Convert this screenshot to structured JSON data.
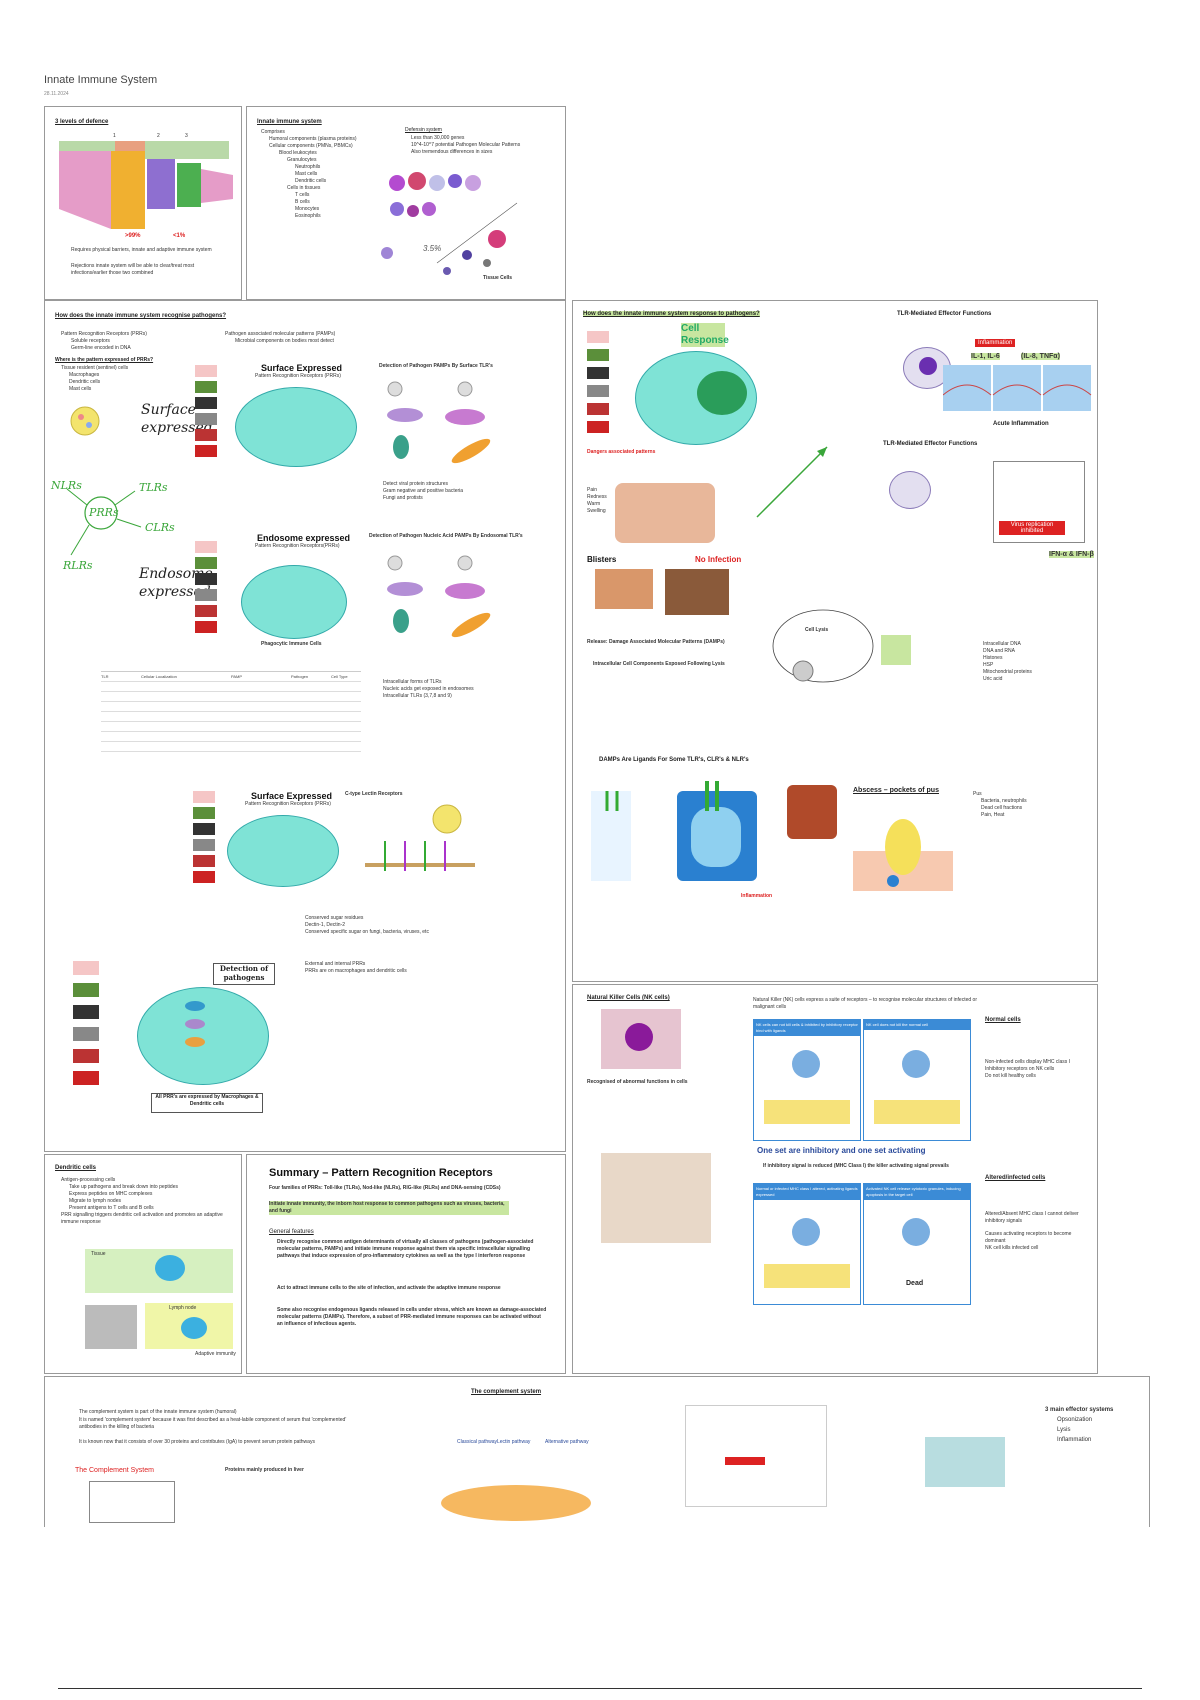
{
  "page": {
    "title": "Innate Immune System",
    "date": "28.11.2024"
  },
  "panel_defence": {
    "heading": "3 levels of defence",
    "notes": [
      "Requires physical barriers, innate and adaptive immune system",
      "Rejections innate system will be able to clear/treat most infections/earlier those two combined"
    ],
    "pct_left": ">99%",
    "pct_right": "<1%"
  },
  "panel_innate": {
    "heading": "Innate immune system",
    "components": [
      "Comprises",
      "Humoral components (plasma proteins)",
      "Cellular components (PMNs, PBMCs)",
      "Blood leukocytes",
      "Granulocytes",
      "Neutrophils",
      "Mast cells",
      "Dendritic cells",
      "Cells in tissues",
      "T cells",
      "B cells",
      "Monocytes",
      "Eosinophils"
    ],
    "defensin_heading": "Defensin system",
    "defensin_items": [
      "Less than 30,000 genes",
      "10^4-10^7 potential Pathogen Molecular Patterns",
      "Also tremendous differences in sizes"
    ],
    "tissue_label": "Tissue Cells"
  },
  "panel_prr": {
    "heading": "How does the innate immune system recognise pathogens?",
    "left_items": [
      "Pattern Recognition Receptors (PRRs)",
      "Soluble receptors",
      "Germ-line encoded in DNA"
    ],
    "right_items": [
      "Pathogen associated molecular patterns (PAMPs)",
      "Microbial components on bodies most detect"
    ],
    "where_heading": "Where is the pattern expressed of PRRs?",
    "where_items": [
      "Tissue resident (sentinel) cells",
      "Macrophages",
      "Dendritic cells",
      "Mast cells"
    ],
    "surface_expressed": "Surface Expressed",
    "surface_sub": "Pattern Recognition Receptors (PRRs)",
    "detection_heading": "Detection of Pathogen PAMPs By Surface TLR's",
    "endosome_expressed": "Endosome expressed",
    "endosome_sub": "Pattern Recognition Receptors(PRRs)",
    "endosome_detection": "Detection of Pathogen Nucleic Acid PAMPs By Endosomal TLR's",
    "phagocytic_label": "Phagocytic Immune Cells",
    "hand_surface": "Surface expressed",
    "hand_endosome": "Endosome expressed",
    "hand_prrs": "PRRs",
    "hand_nlrs": "NLRs",
    "hand_tlrs": "TLRs",
    "hand_clrs": "CLRs",
    "hand_rlrs": "RLRs",
    "bullets_surface": [
      "Detect viral protein structures",
      "Gram negative and positive bacteria",
      "Fungi and protists"
    ],
    "bullets_endo": [
      "Intracellular forms of TLRs",
      "Nucleic acids get exposed in endosomes",
      "Intracellular TLRs (3,7,8 and 9)"
    ],
    "table_headers": [
      "TLR",
      "Cellular Localization",
      "PAMP",
      "Pathogen",
      "Cell Type"
    ],
    "clr_heading": "C-type Lectin Receptors",
    "clr_items": [
      "Conserved sugar residues",
      "Dectin-1, Dectin-2",
      "Conserved specific sugar on fungi, bacteria, viruses, etc"
    ],
    "detection_pathogens": "Detection of pathogens",
    "all_prrs": "All PRR's are expressed by Macrophages & Dendritic cells",
    "external_items": [
      "External and internal PRRs",
      "PRRs are on macrophages and dendritic cells"
    ]
  },
  "panel_response": {
    "heading": "How does the innate immune system response to pathogens?",
    "cell_response": "Cell Response",
    "tlr_effector": "TLR-Mediated Effector Functions",
    "inflammation": "Inflammation",
    "cytokines": "IL-1, IL-6",
    "tnf": "(IL-8, TNFα)",
    "acute_inflammation": "Acute Inflammation",
    "tlr_effector2": "TLR-Mediated Effector Functions",
    "virus_inhibited": "Virus replication inhibited",
    "ifn": "IFN-α & IFN-β",
    "dangers": "Dangers associated patterns",
    "blisters": "Blisters",
    "no_infection": "No Infection",
    "cell_lysis": "Cell Lysis",
    "damps": "DAMPs Are Ligands For Some TLR's, CLR's & NLR's",
    "abscess": "Abscess – pockets of pus",
    "inflammation_label": "Inflammation",
    "release": "Release: Damage Associated Molecular Patterns (DAMPs)",
    "intracellular": "Intracellular Cell Components Exposed Following Lysis",
    "signs": [
      "Pain",
      "Redness",
      "Warm",
      "Swelling"
    ],
    "damps_list": [
      "Intracellular DNA",
      "DNA and RNA",
      "Histones",
      "HSP",
      "Mitochondrial proteins",
      "Uric acid"
    ],
    "abscess_items": [
      "Pus",
      "Bacteria, neutrophils",
      "Dead cell fractions",
      "Pain, Heat"
    ]
  },
  "panel_nk": {
    "heading": "Natural Killer Cells (NK cells)",
    "intro": "Natural Killer (NK) cells express a suite of receptors – to recognise molecular structures of infected or malignant cells",
    "normal_cells": "Normal cells",
    "box_a": "NK cells can not kill cells & inhibited by inhibitory receptor bind with ligands",
    "box_b": "NK cell does not kill the normal cell",
    "slogan": "One set are inhibitory and one set activating",
    "rule": "If inhibitory signal is reduced (MHC Class I) the killer activating signal prevails",
    "altered": "Altered/infected cells",
    "box_c": "Normal or infected MHC class I altered, activating ligands expressed",
    "box_d": "Activated NK cell release cytotoxic granules, inducing apoptosis in the target cell",
    "dead": "Dead",
    "recognised": "Recognised of abnormal functions in cells",
    "nk_bullets": [
      "Non-infected cells display MHC class I",
      "Inhibitory receptors on NK cells",
      "Do not kill healthy cells"
    ],
    "altered_bullets": [
      "Altered/Absent MHC class I cannot deliver inhibitory signals",
      "Causes activating receptors to become dominant",
      "NK cell kills infected cell"
    ]
  },
  "panel_dc": {
    "heading": "Dendritic cells",
    "bullets": [
      "Antigen-processing cells",
      "Take up pathogens and break down into peptides",
      "Express peptides on MHC complexes",
      "Migrate to lymph nodes",
      "Present antigens to T cells and B cells",
      "PRR signalling triggers dendritic cell activation and promotes an adaptive immune response"
    ],
    "label_tissue": "Tissue",
    "label_lymph": "Lymph node",
    "label_adaptive": "Adaptive immunity"
  },
  "panel_summary": {
    "heading": "Summary – Pattern Recognition Receptors",
    "intro": "Four families of PRRs: Toll-like (TLRs), Nod-like (NLRs), RIG-like (RLRs) and DNA-sensing (CDSs)",
    "intro2": "Initiate innate immunity, the inborn host response to common pathogens such as viruses, bacteria, and fungi",
    "general": "General features",
    "points": [
      "Directly recognise common antigen determinants of virtually all classes of pathogens (pathogen-associated molecular patterns, PAMPs) and initiate immune response against them via specific intracellular signalling pathways that induce expression of pro-inflammatory cytokines as well as the type I interferon response",
      "Act to attract immune cells to the site of infection, and activate the adaptive immune response",
      "Some also recognise endogenous ligands released in cells under stress, which are known as damage-associated molecular patterns (DAMPs). Therefore, a subset of PRR-mediated immune responses can be activated without an influence of infectious agents."
    ]
  },
  "panel_complement": {
    "heading": "The complement system",
    "bullets": [
      "The complement system is part of the innate immune system (humoral)",
      "It is named 'complement system' because it was first described as a heat-labile component of serum that 'complemented' antibodies in the killing of bacteria",
      "It is known now that it consists of over 30 proteins and contributes (IgA) to prevent serum protein pathways"
    ],
    "label": "The Complement System",
    "produced": "Proteins mainly produced in liver",
    "effector": "3 main effector systems",
    "effectors": [
      "Opsonization",
      "Lysis",
      "Inflammation"
    ],
    "pathways": [
      "Classical pathway",
      "Lectin pathway",
      "Alternative pathway"
    ]
  },
  "colors": {
    "green_highlight": "#c8e6a0",
    "red": "#d22222",
    "teal_cell": "#7fe3d6",
    "blue_box": "#3b8bd6"
  }
}
